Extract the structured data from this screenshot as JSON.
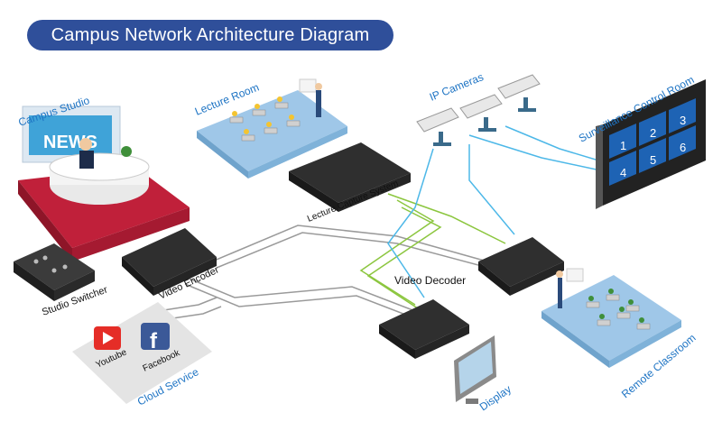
{
  "title": "Campus Network Architecture Diagram",
  "labels": {
    "campus_studio": "Campus Studio",
    "news": "NEWS",
    "lecture_room": "Lecture Room",
    "ip_cameras": "IP Cameras",
    "surveillance_room": "Surveillance Control Room",
    "lecture_capture": "Lecture Capture System",
    "studio_switcher": "Studio Switcher",
    "video_encoder": "Video Encoder",
    "video_decoder": "Video Decoder",
    "youtube": "Youtube",
    "facebook": "Facebook",
    "cloud_service": "Cloud Service",
    "display": "Display",
    "remote_classroom": "Remote Classroom"
  },
  "monitor_wall": [
    "1",
    "2",
    "3",
    "4",
    "5",
    "6"
  ],
  "colors": {
    "title_bg": "#2f4f9a",
    "label_blue": "#1e74c4",
    "link_blue": "#4db8e8",
    "link_green": "#8cc63f",
    "link_gray": "#9a9a9a",
    "device": "#2b2b2b",
    "room_floor": "#9fc7e8",
    "studio_floor": "#c0203a"
  }
}
